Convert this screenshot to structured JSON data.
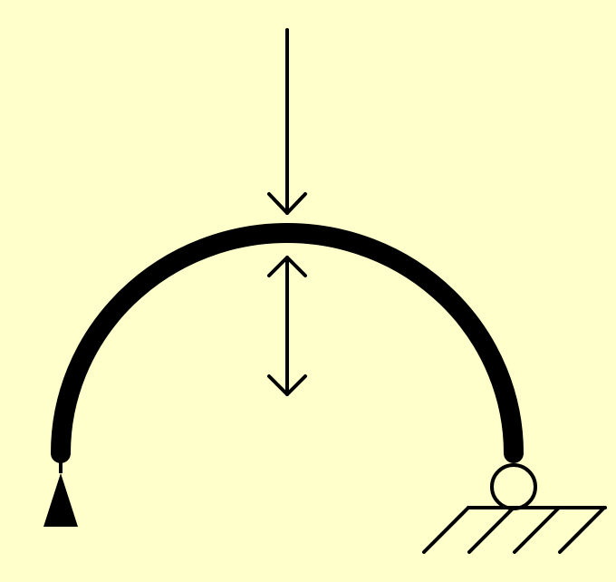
{
  "diagram": {
    "background_color": "#FFFFCC",
    "stroke_color": "#000000",
    "components": {
      "arch": "semicircular-arch",
      "load": "downward-point-load",
      "deflection": "double-headed-vertical-arrow",
      "left_support": "pin-support",
      "right_support": "roller-support",
      "ground": "hatched-ground"
    }
  }
}
